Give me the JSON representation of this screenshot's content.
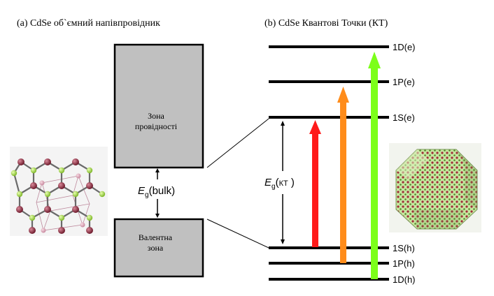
{
  "panel_a": {
    "title": "(a) CdSe об`ємний напівпровідник",
    "conduction_band_label_line1": "Зона",
    "conduction_band_label_line2": "провідності",
    "valence_band_label_line1": "Валентна",
    "valence_band_label_line2": "зона",
    "gap_symbol": "E",
    "gap_subscript": "g",
    "gap_qualifier": "(bulk)",
    "band_fill_color": "#c0c0c0"
  },
  "panel_b": {
    "title": "(b) CdSe Квантові Точки (КТ)",
    "levels": {
      "1De": "1D(e)",
      "1Pe": "1P(e)",
      "1Se": "1S(e)",
      "1Sh": "1S(h)",
      "1Ph": "1P(h)",
      "1Dh": "1D(h)"
    },
    "gap_symbol": "E",
    "gap_subscript": "g",
    "gap_qualifier_open": "(",
    "gap_qualifier_text": "КТ",
    "gap_qualifier_close": " )",
    "arrow_colors": {
      "red": "#ff1a1a",
      "orange": "#ff8c1a",
      "green": "#7cff1a"
    }
  }
}
